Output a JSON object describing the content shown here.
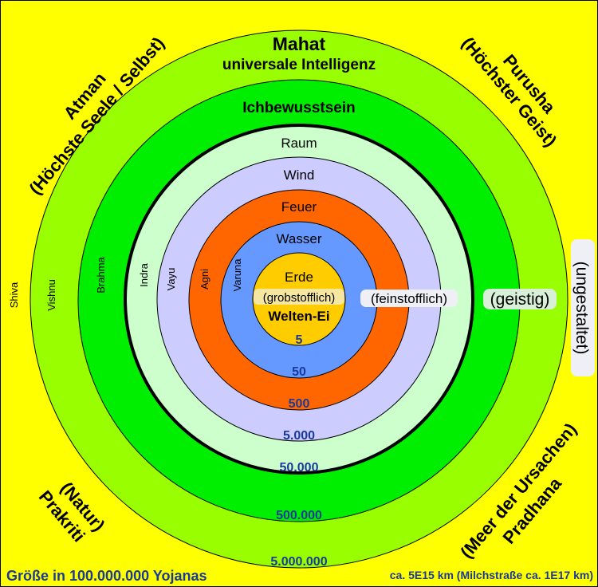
{
  "colors": {
    "background": "#ffff00",
    "mahat": "#99ff00",
    "ichbewusstsein": "#00ee00",
    "raum": "#ccffcc",
    "wind": "#ccccff",
    "feuer": "#ff6600",
    "wasser": "#6699ff",
    "erde": "#ffcc00",
    "numbers": "#1a3a99"
  },
  "corners": {
    "top_left": {
      "line1": "Atman",
      "line2": "(Höchste Seele / Selbst)"
    },
    "top_right": {
      "line1": "Purusha",
      "line2": "(Höchster Geist)"
    },
    "bottom_left": {
      "line1": "(Natur)",
      "line2": "Prakriti"
    },
    "bottom_right": {
      "line1": "(Meer der Ursachen)",
      "line2": "Pradhana"
    }
  },
  "rings": {
    "mahat": {
      "title": "Mahat",
      "subtitle": "universale Intelligenz"
    },
    "ichbewusstsein": "Ichbewusstsein",
    "raum": "Raum",
    "wind": "Wind",
    "feuer": "Feuer",
    "wasser": "Wasser",
    "erde": "Erde",
    "grobstofflich": "(grobstofflich)",
    "welten_ei": "Welten-Ei"
  },
  "qualities": {
    "feinstofflich": "(feinstofflich)",
    "geistig": "(geistig)",
    "ungestaltet": "(ungestaltet)"
  },
  "deities": [
    "Shiva",
    "Vishnu",
    "Brahma",
    "Indra",
    "Vayu",
    "Agni",
    "Varuna"
  ],
  "sizes": [
    "5",
    "50",
    "500",
    "5.000",
    "50.000",
    "500.000",
    "5.000.000"
  ],
  "footer": {
    "left": "Größe in 100.000.000 Yojanas",
    "right": "ca. 5E15 km (Milchstraße ca. 1E17 km)"
  }
}
